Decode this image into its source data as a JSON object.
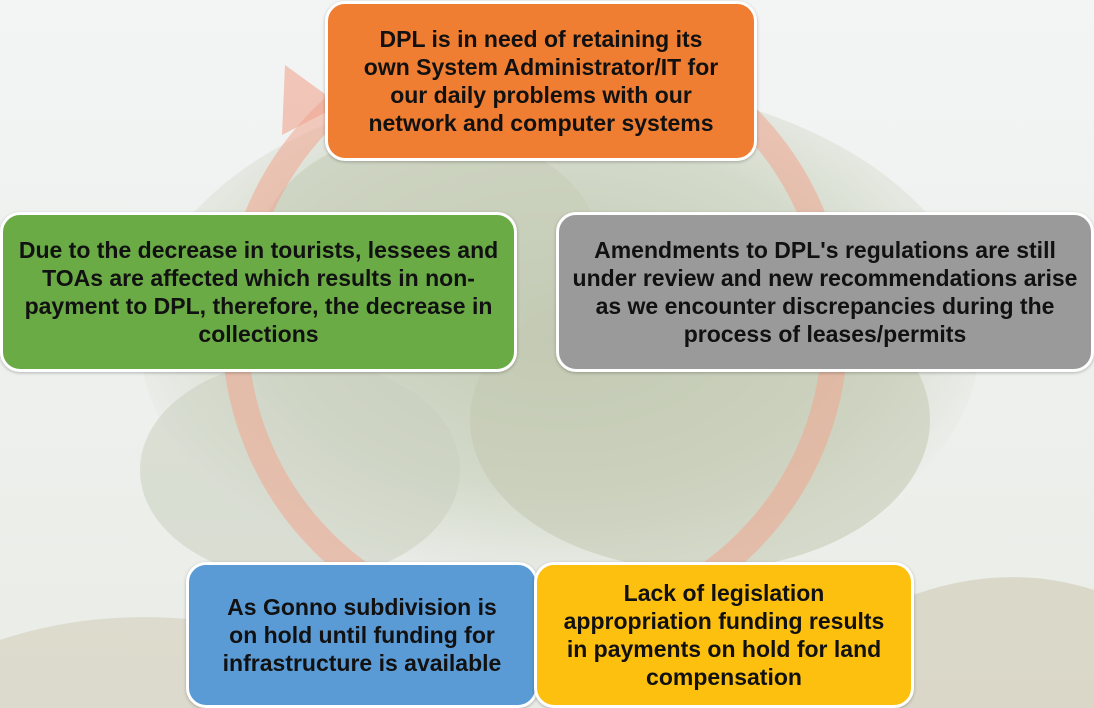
{
  "colors": {
    "orange": "#ef7d32",
    "green": "#6aab46",
    "gray": "#9a9a9a",
    "blue": "#5b9bd5",
    "yellow": "#fdc00f",
    "cycle_arrow": "#f0a58f"
  },
  "cycle": {
    "top": "DPL is in need of retaining its own System Administrator/IT for our daily problems with our network and computer systems",
    "left": "Due  to the decrease in tourists, lessees and TOAs are affected which results in non-payment to DPL, therefore, the decrease in collections",
    "right": "Amendments to DPL's regulations are still under review and new recommendations arise as we encounter discrepancies during the process of leases/permits",
    "bottom_left": "As Gonno subdivision is on hold until funding for infrastructure is available",
    "bottom_right": "Lack of legislation appropriation funding results in payments on hold for land compensation"
  }
}
